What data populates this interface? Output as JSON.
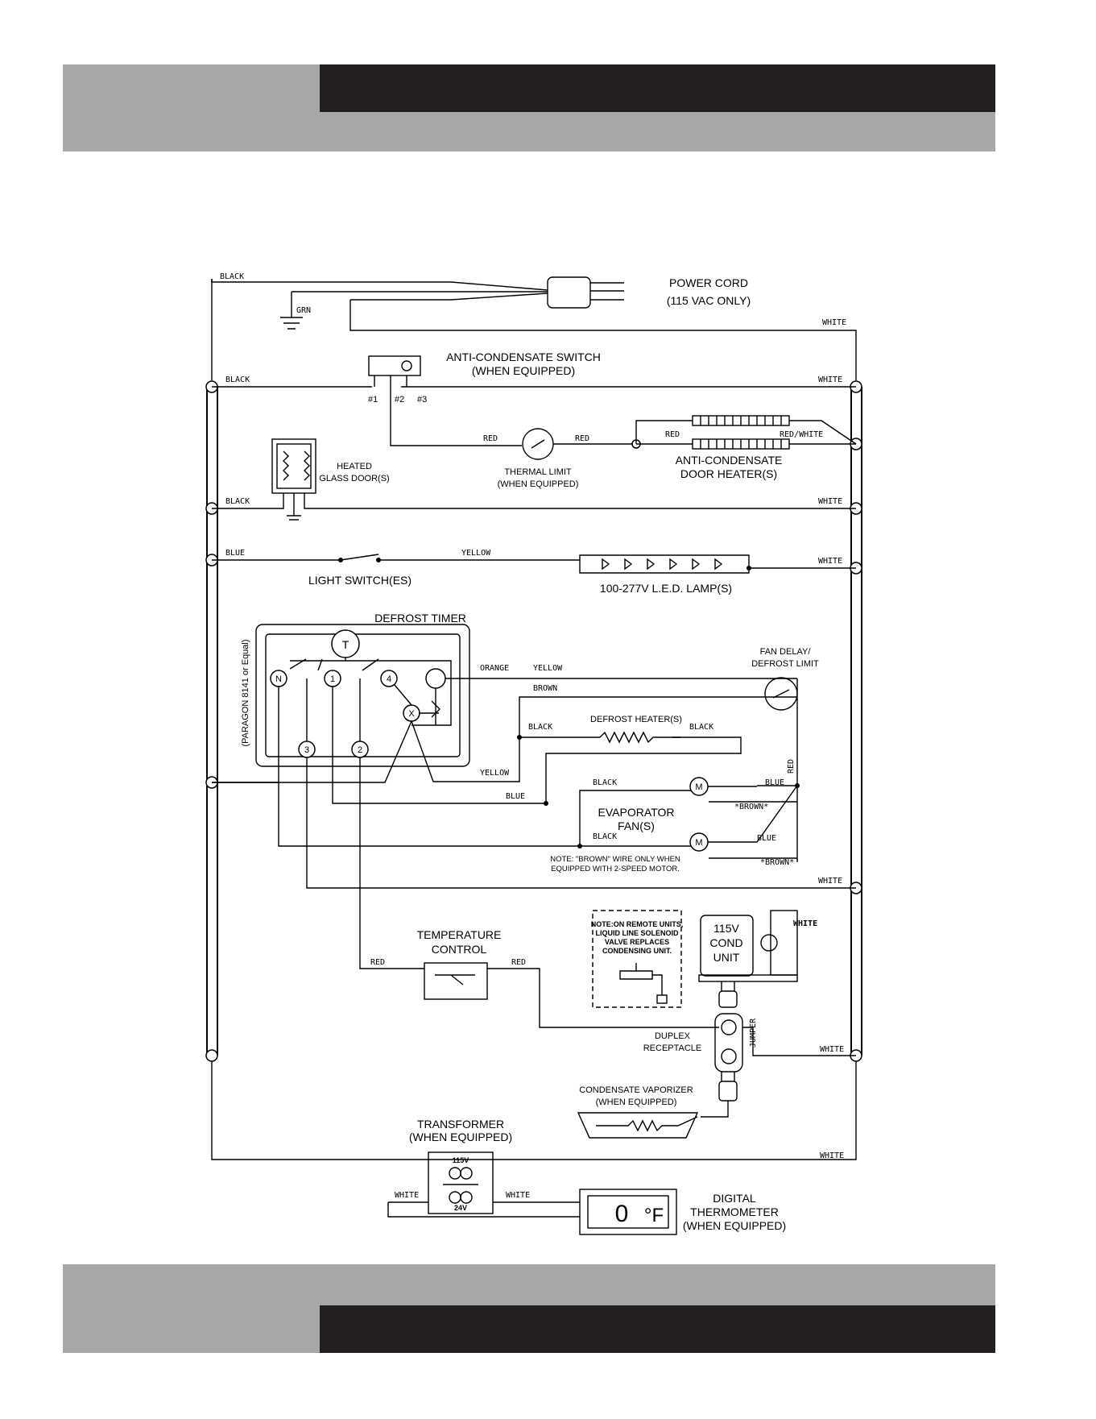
{
  "power_cord": {
    "title": "POWER CORD",
    "subtitle": "(115 VAC ONLY)"
  },
  "anti_condensate_switch": {
    "title": "ANTI-CONDENSATE SWITCH",
    "subtitle": "(WHEN EQUIPPED)",
    "terminals": [
      "#1",
      "#2",
      "#3"
    ]
  },
  "thermal_limit": {
    "title": "THERMAL LIMIT",
    "subtitle": "(WHEN EQUIPPED)"
  },
  "door_heaters": {
    "title": "ANTI-CONDENSATE",
    "subtitle": "DOOR HEATER(S)"
  },
  "heated_glass": {
    "line1": "HEATED",
    "line2": "GLASS DOOR(S)"
  },
  "light_switch": {
    "label": "LIGHT SWITCH(ES)"
  },
  "led_lamp": {
    "label": "100-277V L.E.D. LAMP(S)"
  },
  "defrost_timer": {
    "title": "DEFROST TIMER",
    "model": "(PARAGON 8141 or Equal)",
    "terminals": [
      "N",
      "1",
      "4",
      "3",
      "2",
      "X",
      "T"
    ]
  },
  "fan_delay": {
    "line1": "FAN DELAY/",
    "line2": "DEFROST LIMIT"
  },
  "defrost_heater": {
    "label": "DEFROST HEATER(S)"
  },
  "evaporator": {
    "line1": "EVAPORATOR",
    "line2": "FAN(S)",
    "motor": "M"
  },
  "note_brown": {
    "line1": "NOTE:  \"BROWN\"  WIRE ONLY WHEN",
    "line2": "EQUIPPED WITH 2-SPEED MOTOR."
  },
  "temperature_control": {
    "line1": "TEMPERATURE",
    "line2": "CONTROL"
  },
  "remote_note": {
    "line1": "NOTE:ON REMOTE UNITS,",
    "line2": "LIQUID LINE SOLENOID",
    "line3": "VALVE REPLACES",
    "line4": "CONDENSING UNIT."
  },
  "cond_unit": {
    "line1": "115V",
    "line2": "COND",
    "line3": "UNIT"
  },
  "duplex": {
    "line1": "DUPLEX",
    "line2": "RECEPTACLE",
    "jumper": "JUMPER"
  },
  "vaporizer": {
    "title": "CONDENSATE VAPORIZER",
    "subtitle": "(WHEN EQUIPPED)"
  },
  "transformer": {
    "title": "TRANSFORMER",
    "subtitle": "(WHEN EQUIPPED)",
    "primary": "115V",
    "secondary": "24V"
  },
  "thermometer": {
    "line1": "DIGITAL",
    "line2": "THERMOMETER",
    "line3": "(WHEN EQUIPPED)",
    "reading": "0",
    "unit": "°F"
  },
  "wires": {
    "black": "BLACK",
    "white": "WHITE",
    "grn": "GRN",
    "red": "RED",
    "red_white": "RED/WHITE",
    "blue": "BLUE",
    "yellow": "YELLOW",
    "orange": "ORANGE",
    "brown": "BROWN",
    "brown_star": "*BROWN*"
  },
  "colors": {
    "band_gray": "#a7a7a7",
    "band_dark": "#231f20",
    "line": "#000000"
  }
}
